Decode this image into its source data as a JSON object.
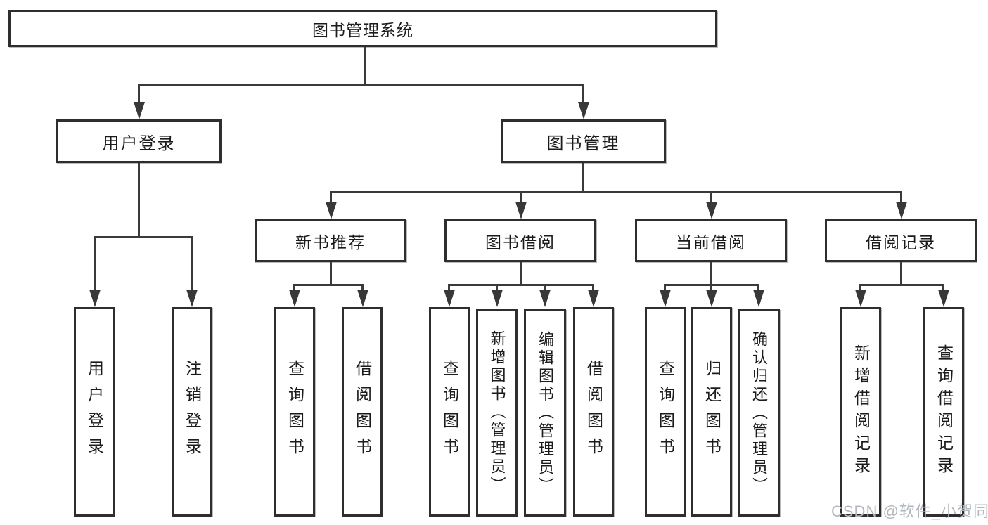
{
  "tree": {
    "label": "图书管理系统",
    "children": [
      {
        "label": "用户登录",
        "children": [
          {
            "label": "用户登录"
          },
          {
            "label": "注销登录"
          }
        ]
      },
      {
        "label": "图书管理",
        "children": [
          {
            "label": "新书推荐",
            "children": [
              {
                "label": "查询图书"
              },
              {
                "label": "借阅图书"
              }
            ]
          },
          {
            "label": "图书借阅",
            "children": [
              {
                "label": "查询图书"
              },
              {
                "label": "新增图书（管理员）"
              },
              {
                "label": "编辑图书（管理员）"
              },
              {
                "label": "借阅图书"
              }
            ]
          },
          {
            "label": "当前借阅",
            "children": [
              {
                "label": "查询图书"
              },
              {
                "label": "归还图书"
              },
              {
                "label": "确认归还（管理员）"
              }
            ]
          },
          {
            "label": "借阅记录",
            "children": [
              {
                "label": "新增借阅记录"
              },
              {
                "label": "查询借阅记录"
              }
            ]
          }
        ]
      }
    ]
  },
  "watermark": {
    "text": "CSDN @软件_小贺同学"
  },
  "colors": {
    "background": "#ffffff",
    "box_border": "#2e2e2e",
    "line": "#3a3a3a",
    "text": "#1b1b1b",
    "watermark": "#b3b8be"
  }
}
